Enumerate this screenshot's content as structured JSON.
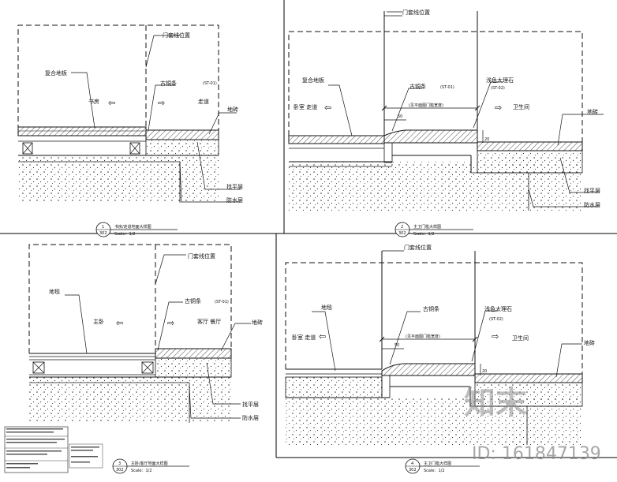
{
  "panels": [
    {
      "id": "1",
      "title_no": "1",
      "sheet_ref": "302",
      "title": "书房/走道地面大样图",
      "scale": "Scale：1/2",
      "labels": {
        "door_line": "门套线位置",
        "floor_left": "复合地板",
        "room_left": "书房",
        "brass_strip": "古铜条",
        "code": "(ST-01)",
        "room_right": "走道",
        "tile": "地砖",
        "screed": "找平层",
        "waterproof": "防水层"
      }
    },
    {
      "id": "2",
      "title_no": "2",
      "sheet_ref": "302",
      "title": "主卫门槛大样图",
      "scale": "Scale：1/2",
      "labels": {
        "door_line": "门套线位置",
        "floor_left": "复合地板",
        "room_left": "卧室 走道",
        "brass_strip": "古铜条",
        "code_brass": "(ST-01)",
        "marble": "浅色大理石",
        "code_marble": "(ST-02)",
        "dim_note": "(见平面图门槛宽度)",
        "dim_50": "50",
        "dim_20": "20",
        "room_right": "卫生间",
        "tile": "地砖",
        "screed": "找平层",
        "waterproof": "防水层"
      }
    },
    {
      "id": "3",
      "title_no": "3",
      "sheet_ref": "302",
      "title": "主卧/客厅地面大样图",
      "scale": "Scale：1/2",
      "labels": {
        "door_line": "门套线位置",
        "floor_left": "地毯",
        "room_left": "主卧",
        "brass_strip": "古铜条",
        "code": "(ST-01)",
        "room_right": "客厅 餐厅",
        "tile": "地砖",
        "screed": "找平层",
        "waterproof": "防水层"
      }
    },
    {
      "id": "4",
      "title_no": "4",
      "sheet_ref": "302",
      "title": "主卫门槛大样图",
      "scale": "Scale：1/2",
      "labels": {
        "door_line": "门套线位置",
        "floor_left": "地毯",
        "room_left": "卧室 走道",
        "brass_strip": "古铜条",
        "marble": "浅色大理石",
        "code_marble": "(ST-02)",
        "dim_note": "(见平面图门槛宽度)",
        "dim_50": "50",
        "dim_20": "20",
        "room_right": "卫生间",
        "tile": "地砖"
      }
    }
  ],
  "watermark": {
    "logo_text": "知末",
    "id_text": "ID: 161847139"
  }
}
